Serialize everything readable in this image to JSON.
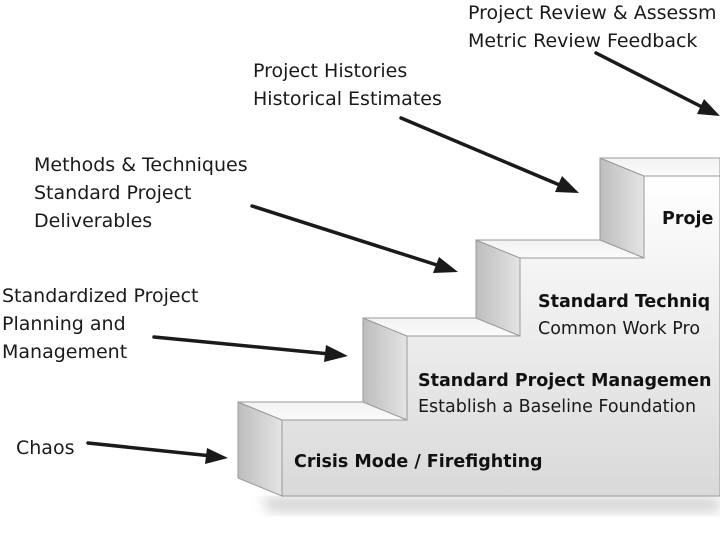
{
  "diagram": {
    "type": "maturity-staircase",
    "steps": [
      {
        "level": 1,
        "title": "Crisis Mode / Firefighting",
        "subtitle": "",
        "annotation": [
          "Chaos"
        ]
      },
      {
        "level": 2,
        "title": "Standard Project Managemen",
        "subtitle": "Establish a Baseline Foundation",
        "annotation": [
          "Standardized Project",
          "Planning and",
          "Management"
        ]
      },
      {
        "level": 3,
        "title": "Standard Techniq",
        "subtitle": "Common Work Pro",
        "annotation": [
          "Methods & Techniques",
          "Standard Project",
          "Deliverables"
        ]
      },
      {
        "level": 4,
        "title": "Proje",
        "subtitle": "",
        "annotation": [
          "Project Histories",
          "Historical Estimates"
        ]
      },
      {
        "level": 5,
        "title": "",
        "subtitle": "",
        "annotation": [
          "Project Review & Assessm",
          "Metric Review Feedback"
        ]
      }
    ],
    "colors": {
      "riser_front": "#e6e6e6",
      "tread_top": "#f7f7f7",
      "side_face": "#cfcfcf",
      "outline": "#9a9a9a",
      "arrow": "#1a1a1a",
      "text": "#1a1a1a"
    }
  }
}
